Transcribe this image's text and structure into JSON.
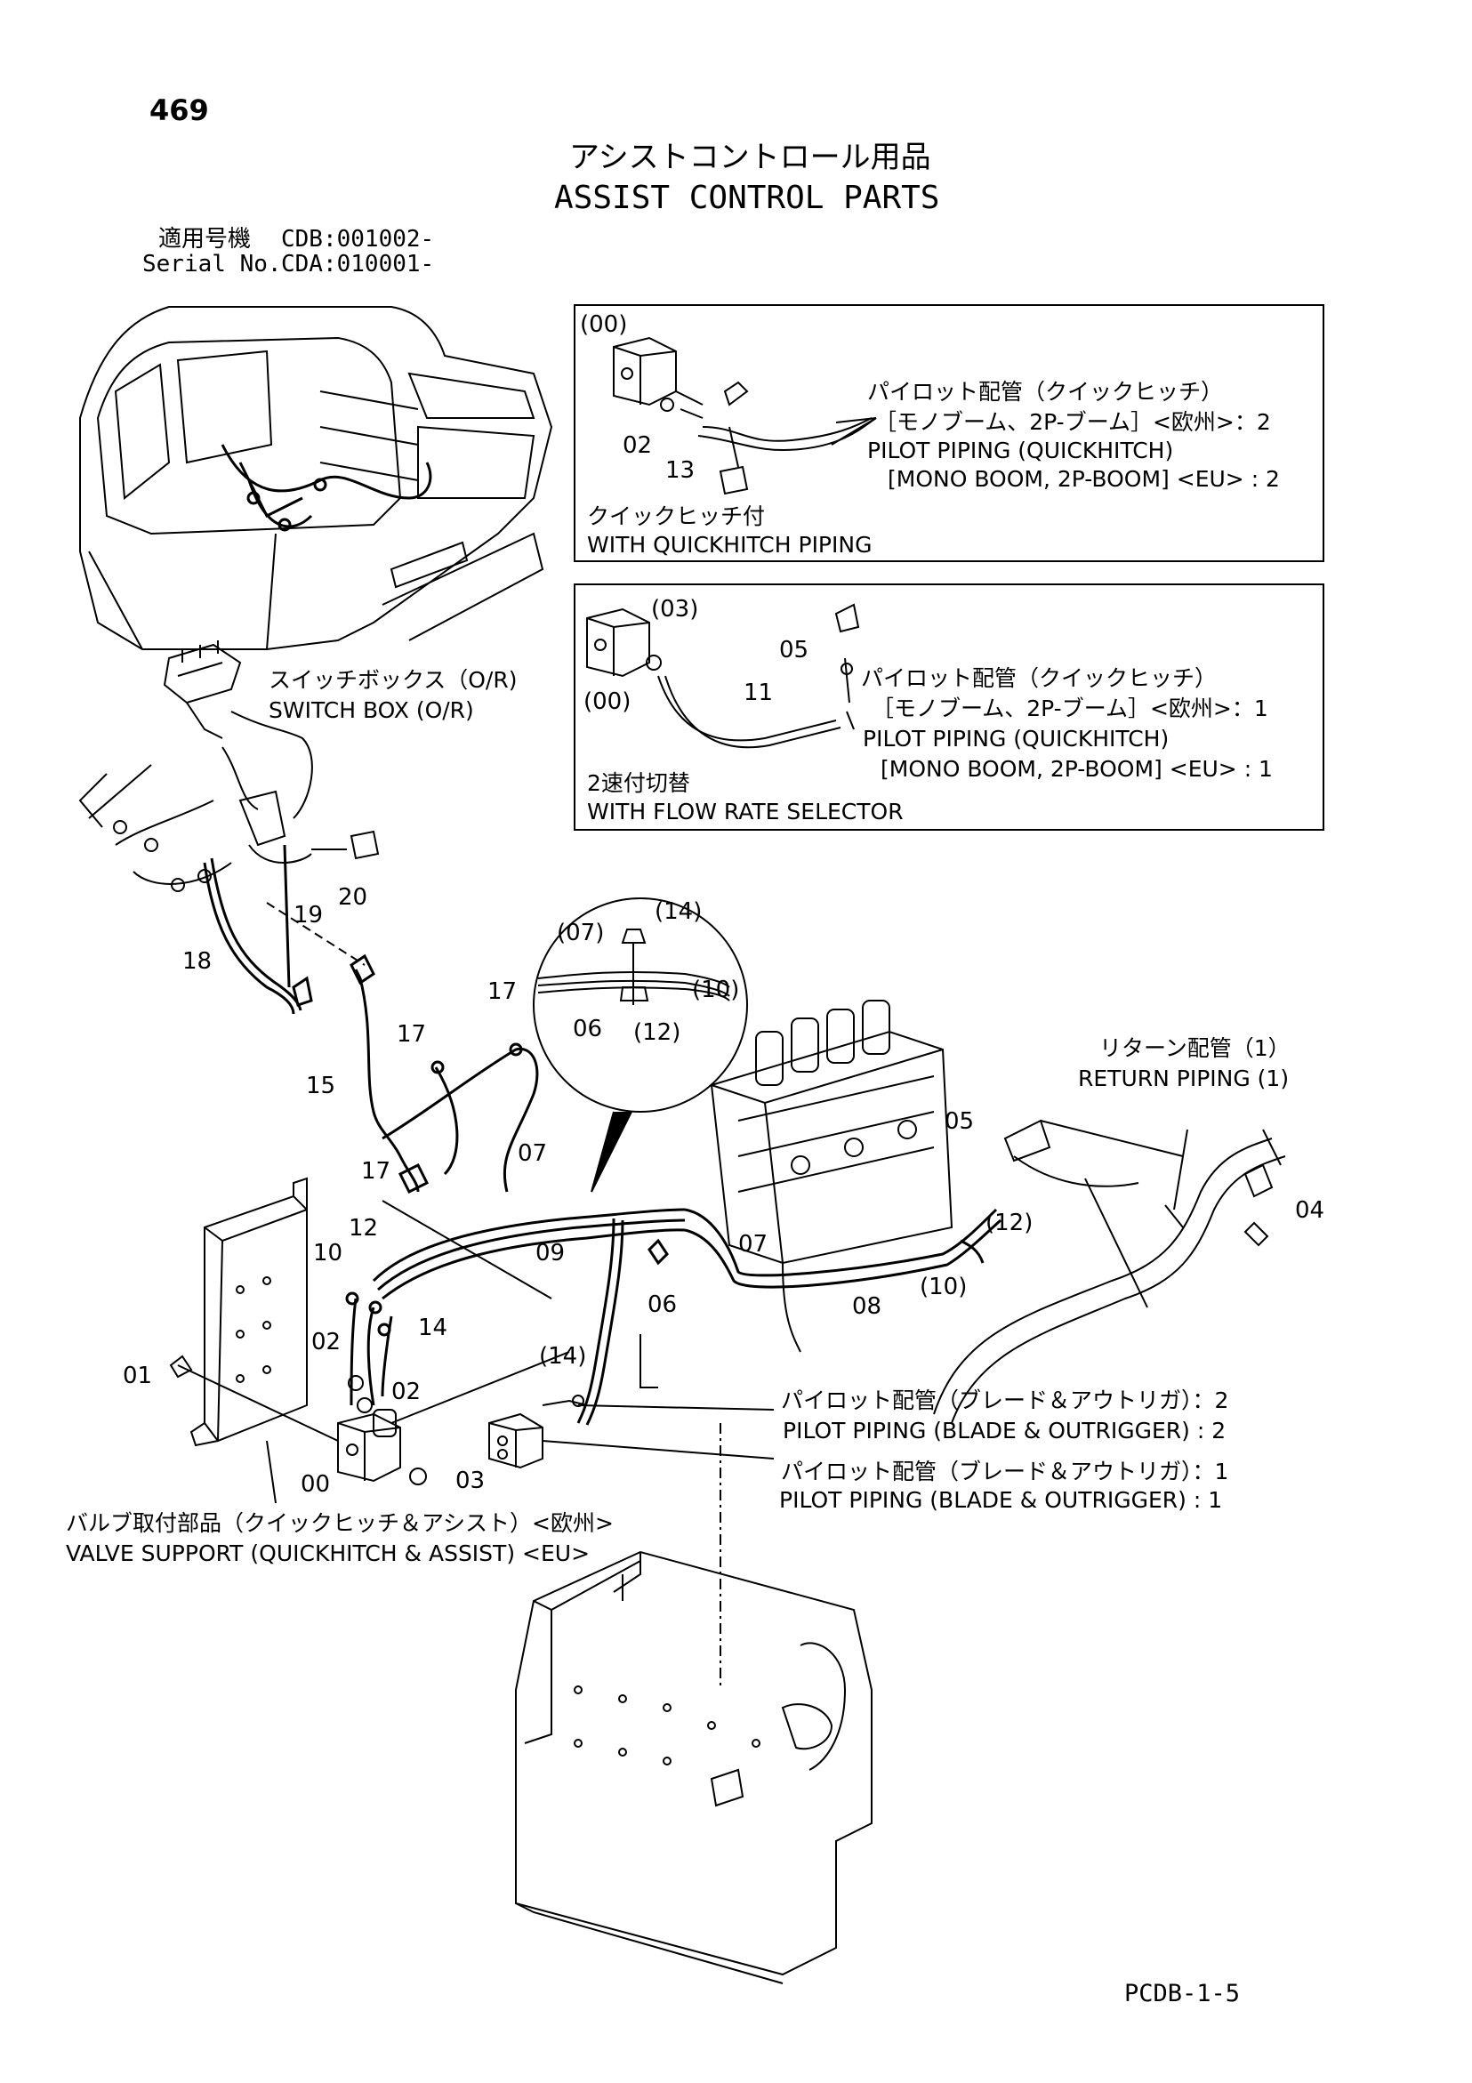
{
  "header": {
    "page_number": "469",
    "title_jp": "アシストコントロール用品",
    "title_en": "ASSIST CONTROL PARTS",
    "serial_jp_label": "適用号機",
    "serial_jp_value": "CDB:001002-",
    "serial_en_label": "Serial No.",
    "serial_en_value": "CDA:010001-"
  },
  "box_quickhitch": {
    "label_00": "(00)",
    "label_02": "02",
    "label_13": "13",
    "pilot_jp": "パイロット配管（クイックヒッチ）",
    "pilot_jp_sub": "［モノブーム、2P-ブーム］<欧州>：2",
    "pilot_en": "PILOT PIPING (QUICKHITCH)",
    "pilot_en_sub": "[MONO BOOM, 2P-BOOM] <EU> : 2",
    "with_jp": "クイックヒッチ付",
    "with_en": "WITH QUICKHITCH PIPING"
  },
  "box_flowrate": {
    "label_03": "(03)",
    "label_00": "(00)",
    "label_05": "05",
    "label_11": "11",
    "pilot_jp": "パイロット配管（クイックヒッチ）",
    "pilot_jp_sub": "［モノブーム、2P-ブーム］<欧州>：1",
    "pilot_en": "PILOT PIPING (QUICKHITCH)",
    "pilot_en_sub": "[MONO BOOM, 2P-BOOM] <EU> : 1",
    "with_jp": "2速付切替",
    "with_en": "WITH FLOW RATE SELECTOR"
  },
  "switch_box": {
    "jp": "スイッチボックス（O/R)",
    "en": "SWITCH BOX (O/R)"
  },
  "return_piping": {
    "jp": "リターン配管（1）",
    "en": "RETURN PIPING (1)"
  },
  "detail_circle": {
    "l07": "(07)",
    "l14": "(14)",
    "l10": "(10)",
    "l06": "06",
    "l12": "(12)"
  },
  "callouts": {
    "c20": "20",
    "c19": "19",
    "c18": "18",
    "c17a": "17",
    "c17b": "17",
    "c17c": "17",
    "c15": "15",
    "c07a": "07",
    "c07b": "07",
    "c12a": "12",
    "c10a": "10",
    "c09": "09",
    "c06": "06",
    "c08": "08",
    "c05": "05",
    "c12b": "(12)",
    "c10b": "(10)",
    "c04": "04",
    "c14a": "14",
    "c01": "01",
    "c02a": "02",
    "c02b": "02",
    "c14b": "(14)",
    "c00": "00",
    "c03": "03"
  },
  "blade_piping": {
    "jp_2": "パイロット配管（ブレード＆アウトリガ）：2",
    "en_2": "PILOT PIPING (BLADE & OUTRIGGER) : 2",
    "jp_1": "パイロット配管（ブレード＆アウトリガ）：1",
    "en_1": "PILOT PIPING (BLADE & OUTRIGGER) : 1"
  },
  "valve_support": {
    "jp": "バルブ取付部品（クイックヒッチ＆アシスト）<欧州>",
    "en": "VALVE SUPPORT (QUICKHITCH & ASSIST) <EU>"
  },
  "footer": {
    "code": "PCDB-1-5"
  }
}
